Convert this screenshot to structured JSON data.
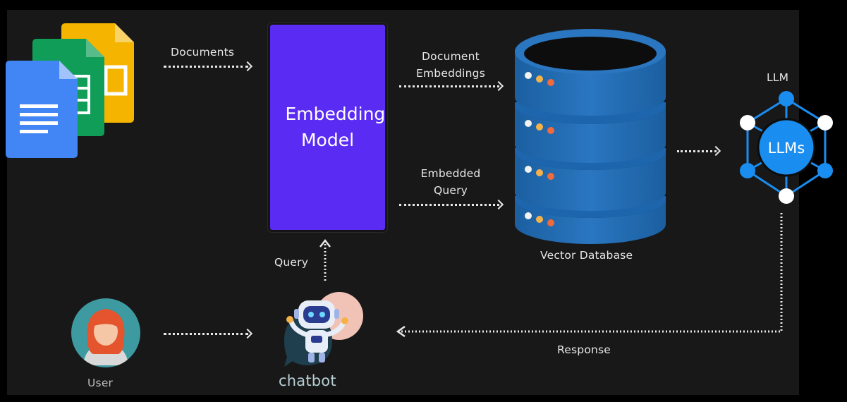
{
  "labels": {
    "documents": "Documents",
    "embedding_model": "Embedding Model",
    "document_embeddings_line1": "Document",
    "document_embeddings_line2": "Embeddings",
    "embedded_query_line1": "Embedded",
    "embedded_query_line2": "Query",
    "vector_database": "Vector Database",
    "llm": "LLM",
    "llms": "LLMs",
    "query": "Query",
    "response": "Response",
    "user": "User",
    "chatbot": "chatbot"
  },
  "icons": {
    "documents": [
      "google-slides-icon",
      "google-sheets-icon",
      "google-docs-icon"
    ],
    "database": "database-cylinder-icon",
    "llm": "llm-network-icon",
    "user": "user-avatar-icon",
    "chatbot": "robot-chatbot-icon"
  },
  "colors": {
    "background": "#181818",
    "embedding_model": "#5a2bf2",
    "database": "#1e5f9c",
    "llm_node": "#1a8df0"
  }
}
